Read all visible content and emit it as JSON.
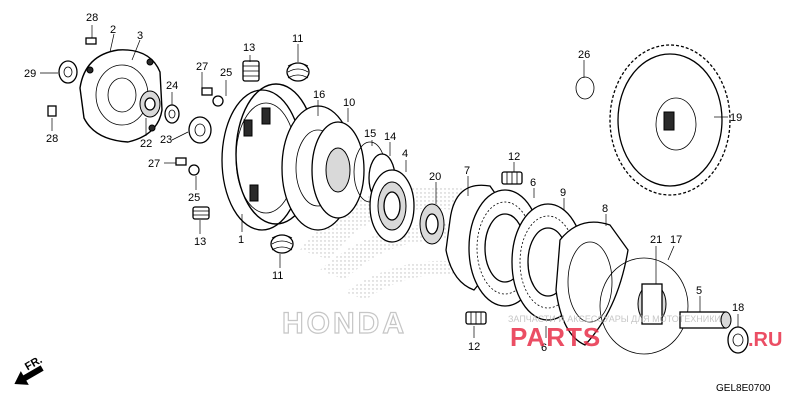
{
  "labels": {
    "n28a": "28",
    "n2": "2",
    "n3": "3",
    "n29": "29",
    "n28b": "28",
    "n27a": "27",
    "n25a": "25",
    "n24": "24",
    "n23": "23",
    "n22": "22",
    "n13a": "13",
    "n11a": "11",
    "n16": "16",
    "n10": "10",
    "n27b": "27",
    "n25b": "25",
    "n13b": "13",
    "n1": "1",
    "n11b": "11",
    "n15": "15",
    "n14": "14",
    "n4": "4",
    "n20": "20",
    "n7": "7",
    "n12a": "12",
    "n6a": "6",
    "n9": "9",
    "n8": "8",
    "n6b": "6",
    "n12b": "12",
    "n26": "26",
    "n19": "19",
    "n21": "21",
    "n17": "17",
    "n5": "5",
    "n18": "18"
  },
  "direction_label": "FR.",
  "diagram_code": "GEL8E0700",
  "watermarks": {
    "brand": "HONDA",
    "site": "PARTS",
    "site_tail": ".RU",
    "site_sub": "ЗАПЧАСТИ И АКСЕССУАРЫ ДЛЯ МОТОТЕХНИКИ"
  },
  "colors": {
    "accent": "#e8304a",
    "watermark_grey": "#cfcfcf"
  }
}
